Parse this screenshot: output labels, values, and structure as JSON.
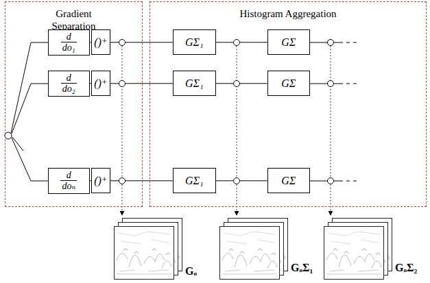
{
  "diagram": {
    "nodes": [
      {
        "text": [
          "Gradient Separation"
        ]
      },
      {
        "text": [
          "d",
          "do₁"
        ],
        "in": 0
      },
      {
        "text": [
          "()⁺"
        ],
        "in": 0
      },
      {
        "text": [
          "d",
          "do₂"
        ],
        "in": 0
      },
      {
        "text": [
          "()⁺"
        ],
        "in": 0
      },
      {
        "text": [
          "d",
          "doₙ"
        ],
        "in": 0
      },
      {
        "text": [
          "()⁺"
        ],
        "in": 0
      },
      {
        "text": [
          "Histogram Aggregation"
        ]
      },
      {
        "text": [
          "GΣ₁"
        ],
        "in": 7
      },
      {
        "text": [
          "GΣ"
        ],
        "in": 7
      },
      {
        "text": [
          "GΣ₁"
        ],
        "in": 7
      },
      {
        "text": [
          "GΣ"
        ],
        "in": 7
      },
      {
        "text": [
          "GΣ₁"
        ],
        "in": 7
      },
      {
        "text": [
          "GΣ"
        ],
        "in": 7
      }
    ],
    "edges": [
      {
        "from": 1,
        "to": 2,
        "arrow": "none"
      },
      {
        "from": 3,
        "to": 4,
        "arrow": "none"
      },
      {
        "from": 5,
        "to": 6,
        "arrow": "none"
      },
      {
        "from": 2,
        "to": 8,
        "arrow": "none"
      },
      {
        "from": 4,
        "to": 10,
        "arrow": "none"
      },
      {
        "from": 6,
        "to": 12,
        "arrow": "none"
      },
      {
        "from": 8,
        "to": 9,
        "arrow": "none"
      },
      {
        "from": 10,
        "to": 11,
        "arrow": "none"
      },
      {
        "from": 12,
        "to": 13,
        "arrow": "none"
      }
    ],
    "labels": [
      "Gₒ",
      "GₒΣ₁",
      "GₒΣ₂"
    ]
  }
}
